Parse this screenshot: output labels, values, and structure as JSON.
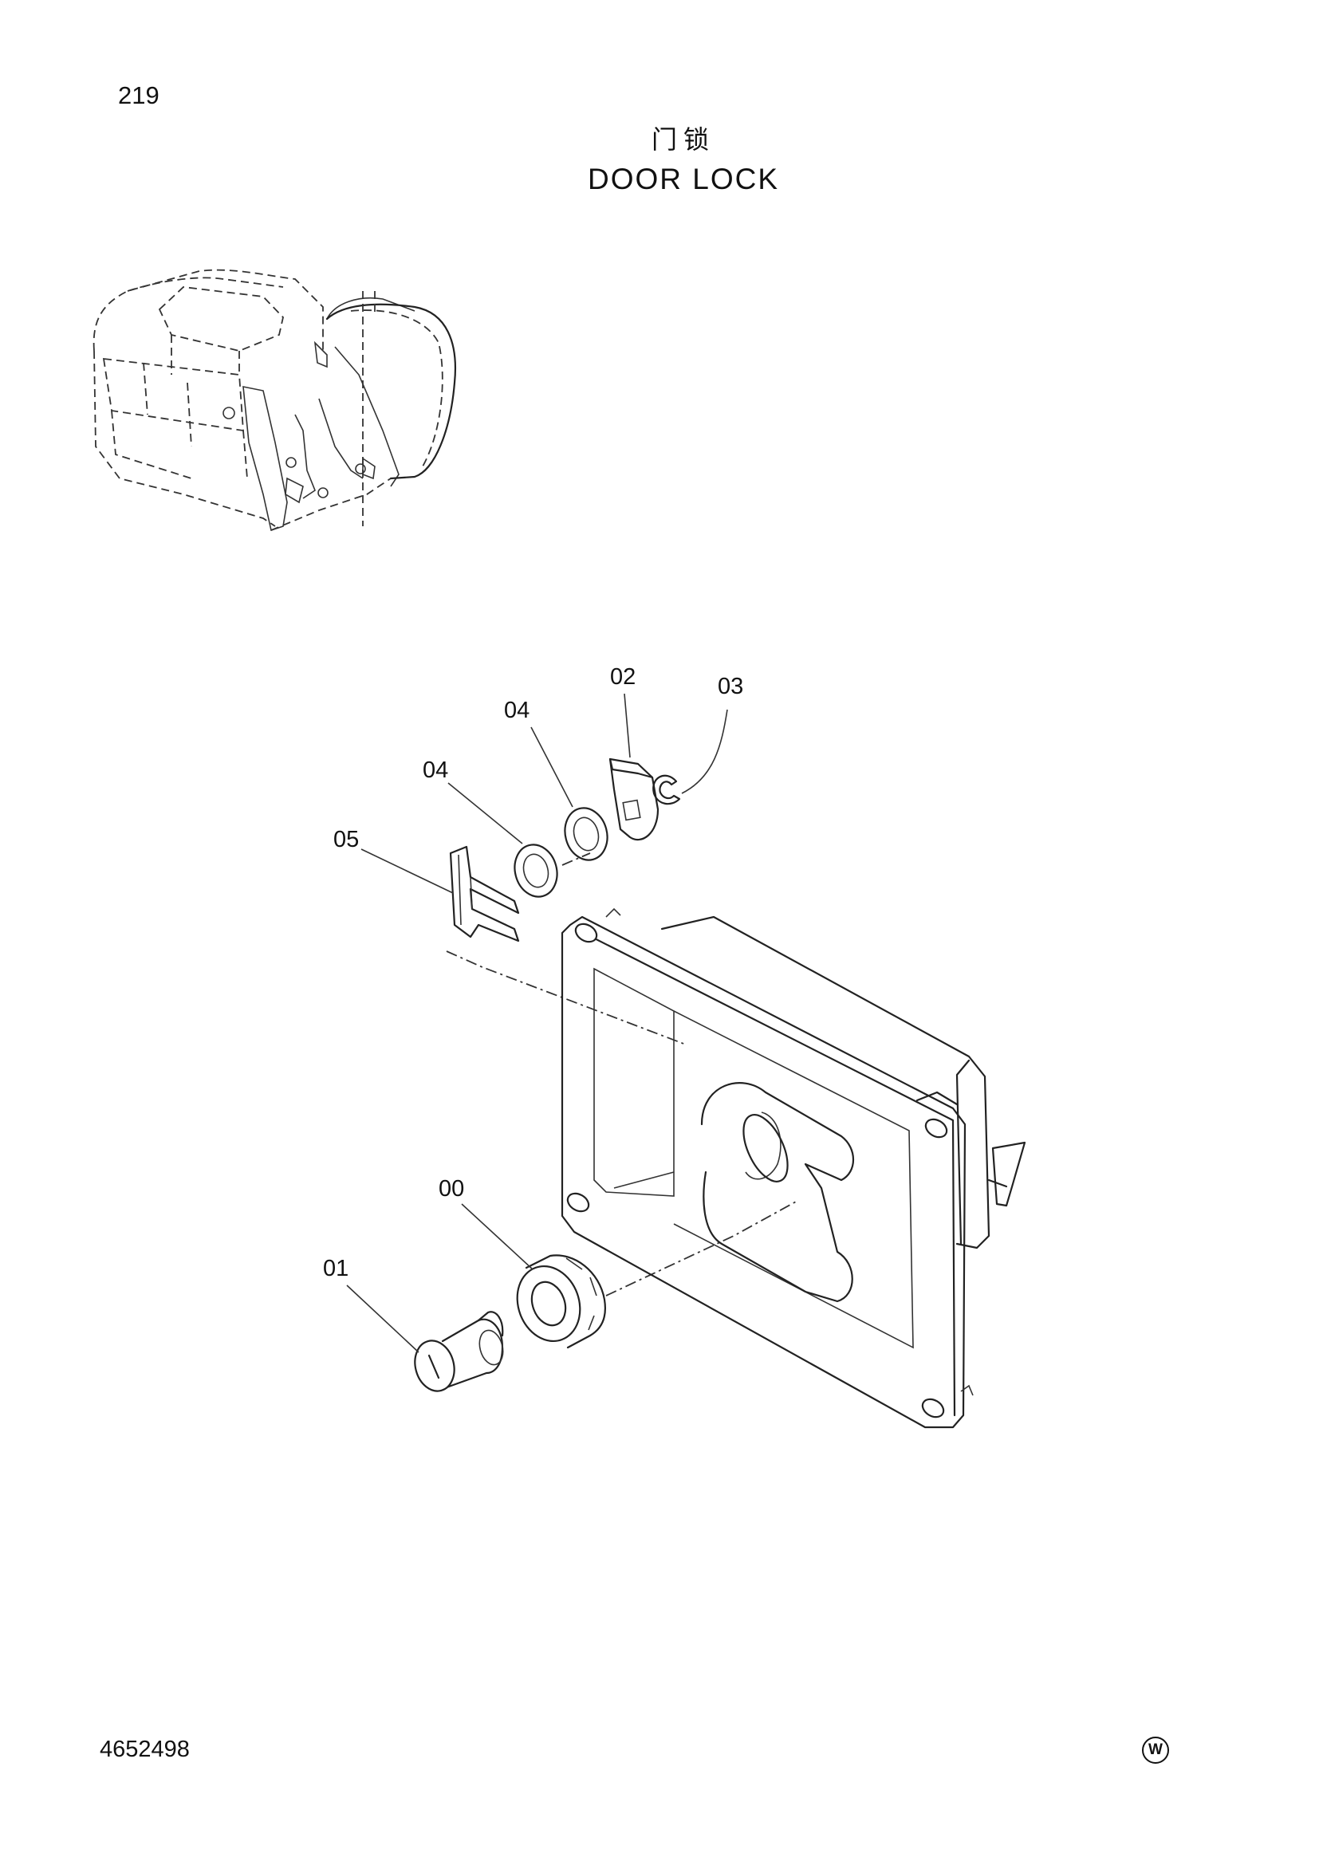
{
  "page_number": "219",
  "title_cn": "门锁",
  "title_en": "DOOR LOCK",
  "doc_number": "4652498",
  "corner_mark": "W",
  "callouts": {
    "p00": "00",
    "p01": "01",
    "p02": "02",
    "p03": "03",
    "p04a": "04",
    "p04b": "04",
    "p05": "05"
  }
}
